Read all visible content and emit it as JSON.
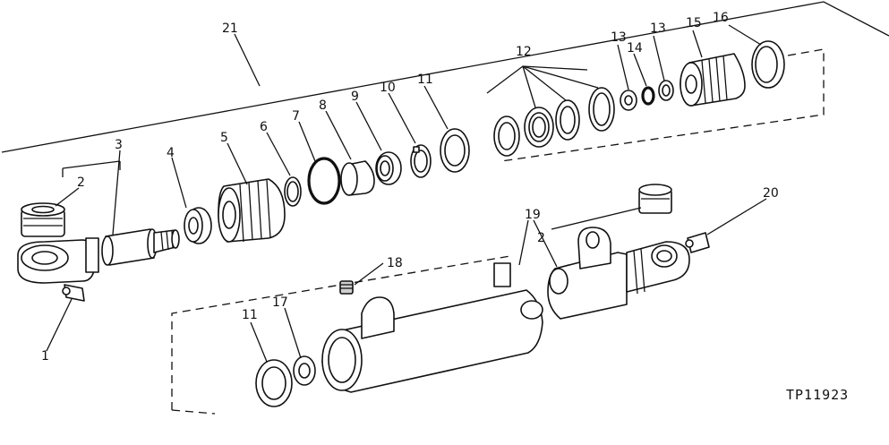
{
  "figure_id": "TP11923",
  "callouts": [
    {
      "id": "c1",
      "text": "1"
    },
    {
      "id": "c2a",
      "text": "2"
    },
    {
      "id": "c2b",
      "text": "2"
    },
    {
      "id": "c3",
      "text": "3"
    },
    {
      "id": "c4",
      "text": "4"
    },
    {
      "id": "c5",
      "text": "5"
    },
    {
      "id": "c6",
      "text": "6"
    },
    {
      "id": "c7",
      "text": "7"
    },
    {
      "id": "c8",
      "text": "8"
    },
    {
      "id": "c9",
      "text": "9"
    },
    {
      "id": "c10",
      "text": "10"
    },
    {
      "id": "c11a",
      "text": "11"
    },
    {
      "id": "c11b",
      "text": "11"
    },
    {
      "id": "c12",
      "text": "12"
    },
    {
      "id": "c13a",
      "text": "13"
    },
    {
      "id": "c13b",
      "text": "13"
    },
    {
      "id": "c14",
      "text": "14"
    },
    {
      "id": "c15",
      "text": "15"
    },
    {
      "id": "c16",
      "text": "16"
    },
    {
      "id": "c17",
      "text": "17"
    },
    {
      "id": "c18",
      "text": "18"
    },
    {
      "id": "c19",
      "text": "19"
    },
    {
      "id": "c20",
      "text": "20"
    },
    {
      "id": "c21",
      "text": "21"
    }
  ]
}
